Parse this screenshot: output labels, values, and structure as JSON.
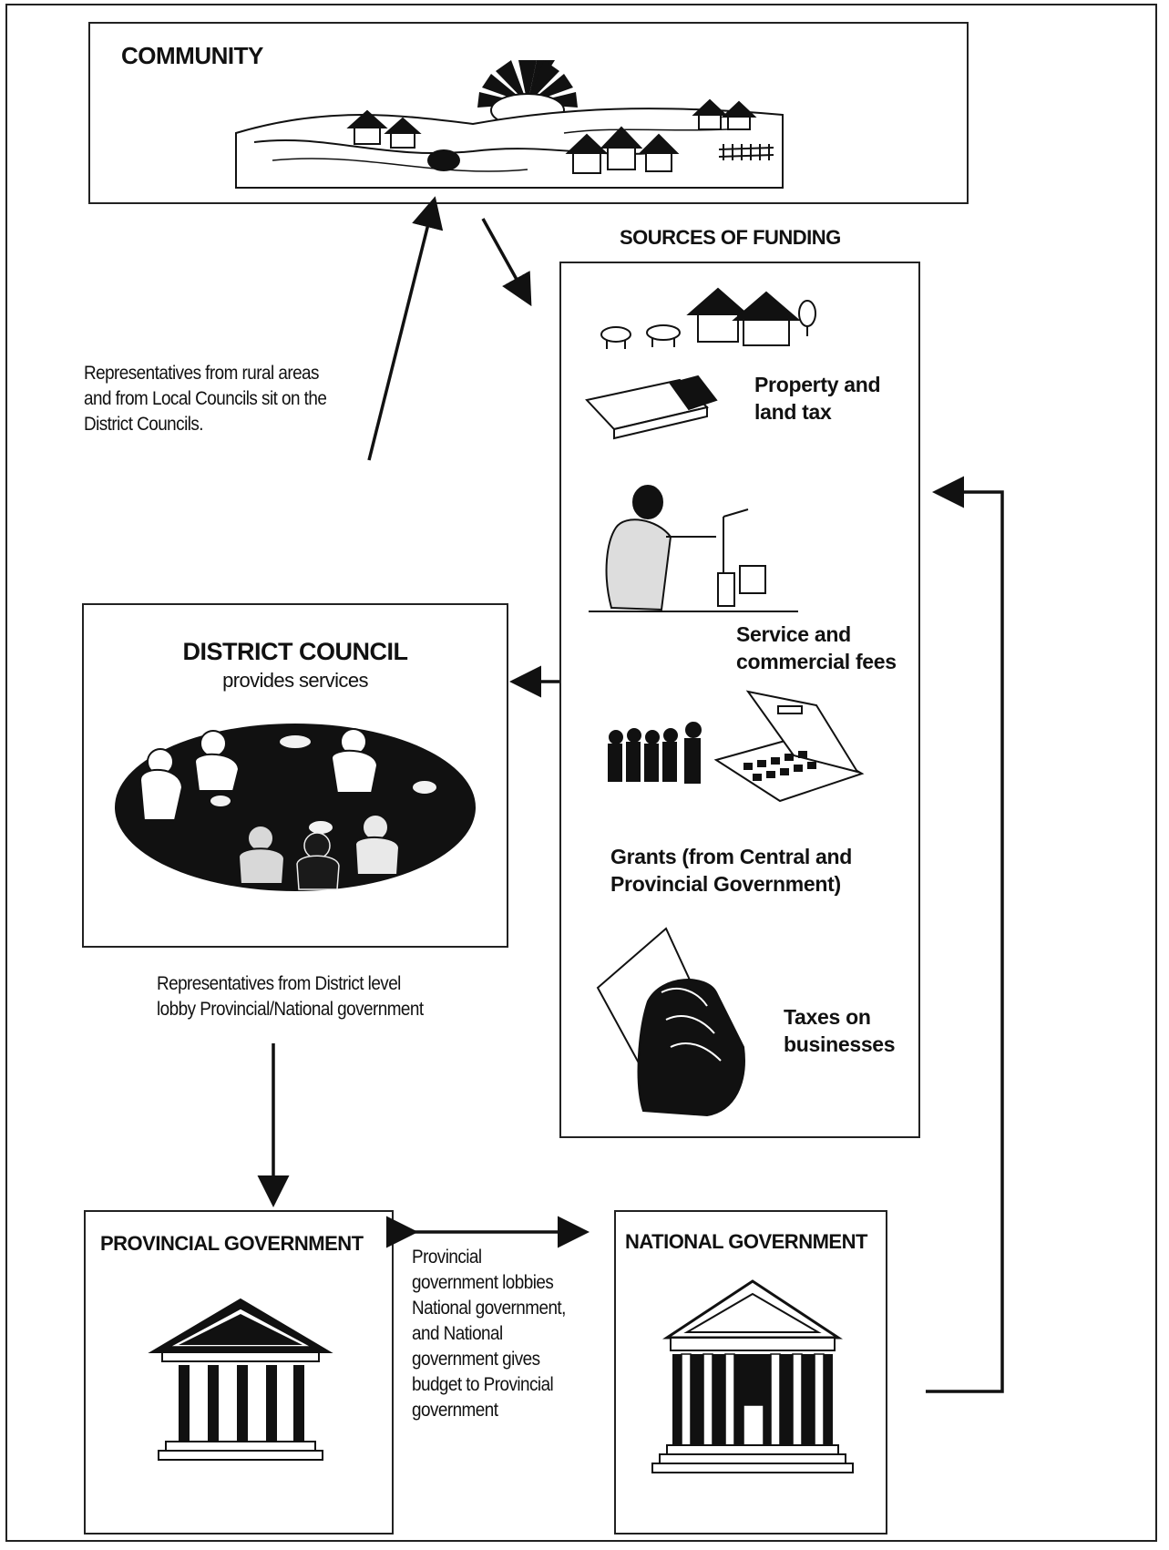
{
  "community": {
    "title": "COMMUNITY"
  },
  "funding": {
    "heading": "SOURCES OF FUNDING",
    "items": [
      {
        "label": "Property and\nland tax"
      },
      {
        "label": "Service and\ncommercial fees"
      },
      {
        "label": "Grants (from Central and\nProvincial Government)"
      },
      {
        "label": "Taxes on\nbusinesses"
      }
    ]
  },
  "notes": {
    "representatives_rural": "Representatives from rural areas\nand from Local Councils sit on the\nDistrict Councils.",
    "representatives_district": "Representatives from District level\nlobby Provincial/National government",
    "provincial_lobbies": "Provincial\ngovernment lobbies\nNational government,\nand National\ngovernment gives\nbudget to Provincial\ngovernment"
  },
  "district_council": {
    "title": "DISTRICT COUNCIL",
    "subtitle": "provides services"
  },
  "provincial_government": {
    "title": "PROVINCIAL GOVERNMENT"
  },
  "national_government": {
    "title": "NATIONAL GOVERNMENT"
  },
  "colors": {
    "ink": "#111111",
    "paper": "#ffffff",
    "grey": "#9a9a9a"
  }
}
